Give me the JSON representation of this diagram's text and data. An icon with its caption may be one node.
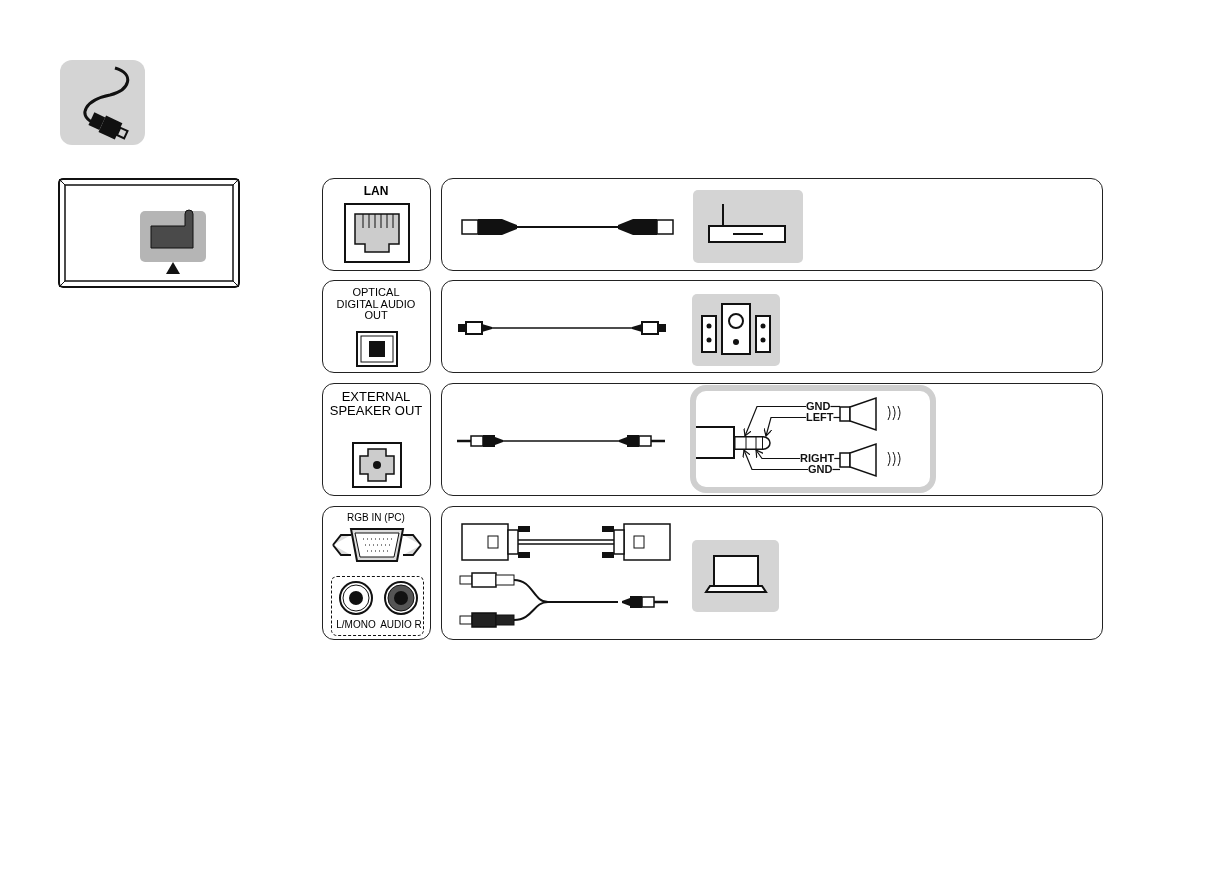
{
  "diagram": {
    "nodes": [
      {
        "text": [
          "LAN"
        ]
      },
      {
        "text": [
          "OPTICAL DIGITAL AUDIO OUT"
        ]
      },
      {
        "text": [
          "EXTERNAL SPEAKER OUT"
        ]
      },
      {
        "text": [
          "RGB IN (PC)"
        ]
      },
      {
        "text": [
          "L/MONO",
          "AUDIO R"
        ],
        "in": 3
      },
      {
        "text": [
          "GND"
        ]
      },
      {
        "text": [
          "LEFT"
        ]
      },
      {
        "text": [
          "RIGHT"
        ]
      },
      {
        "text": [
          "GND"
        ]
      },
      {
        "text": [],
        "shape": "speaker"
      },
      {
        "text": [],
        "shape": "speaker"
      },
      {
        "text": [],
        "shape": "plug"
      }
    ],
    "edges": [
      {
        "from": 5,
        "to": 11,
        "arrow": "to"
      },
      {
        "from": 6,
        "to": 11,
        "arrow": "to"
      },
      {
        "from": 7,
        "to": 11,
        "arrow": "to"
      },
      {
        "from": 8,
        "to": 11,
        "arrow": "to"
      },
      {
        "from": 5,
        "to": 9,
        "arrow": "none"
      },
      {
        "from": 6,
        "to": 9,
        "arrow": "none"
      },
      {
        "from": 7,
        "to": 10,
        "arrow": "none"
      },
      {
        "from": 8,
        "to": 10,
        "arrow": "none"
      }
    ]
  }
}
